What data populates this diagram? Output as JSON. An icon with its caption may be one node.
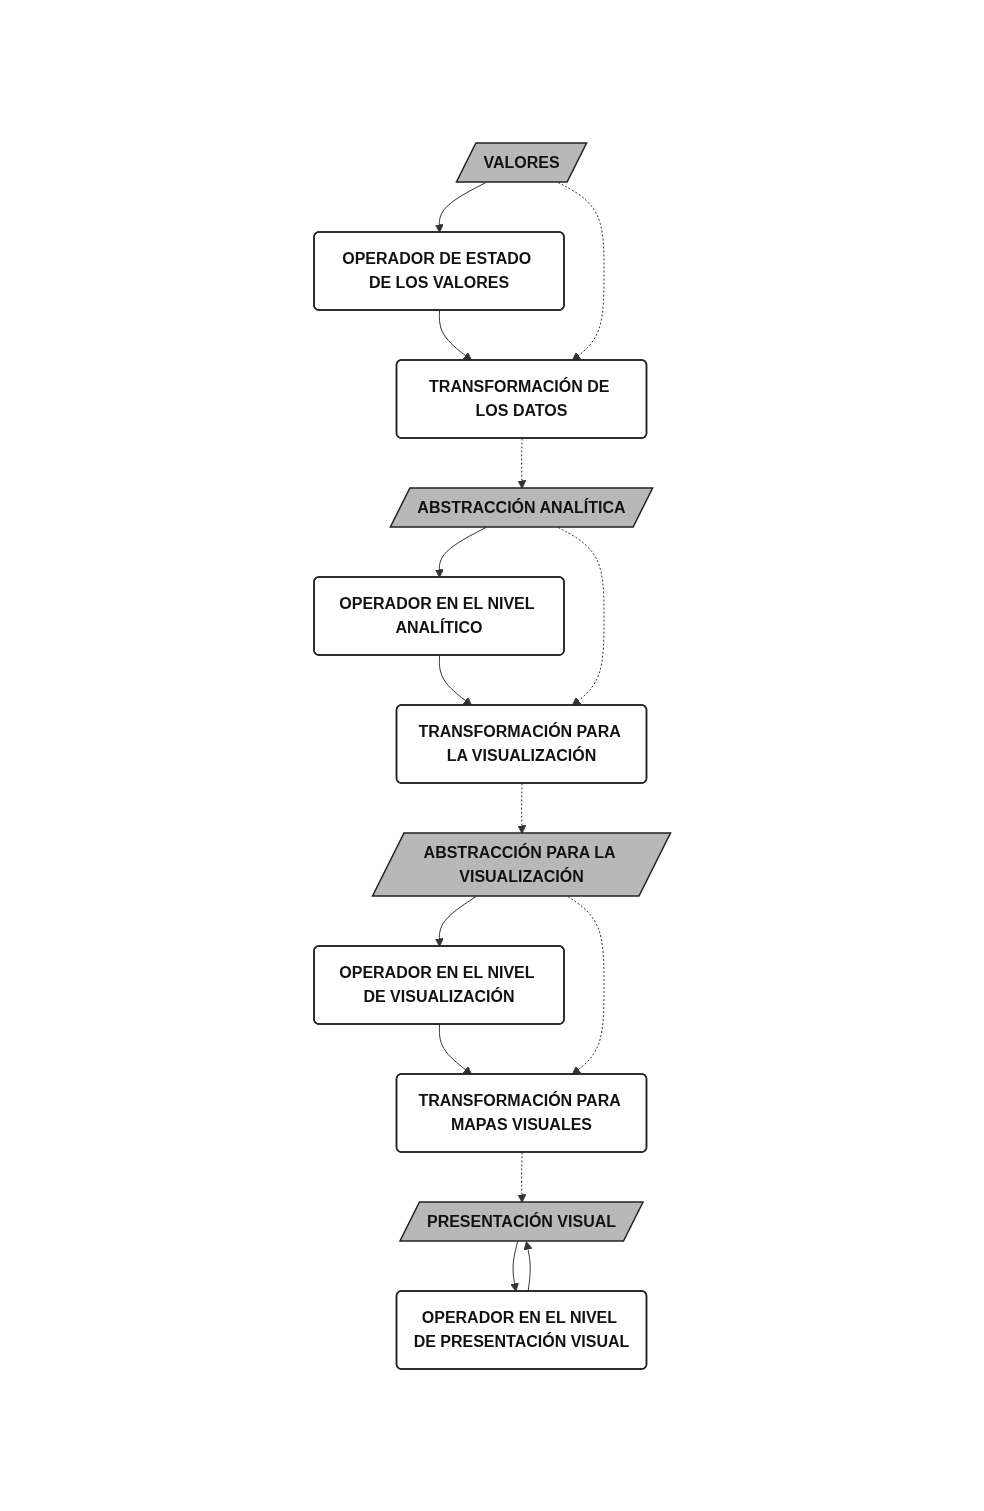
{
  "diagram": {
    "nodes": [
      {
        "text": [
          "VALORES"
        ]
      },
      {
        "text": [
          "OPERADOR DE ESTADO DE LOS VALORES"
        ]
      },
      {
        "text": [
          "TRANSFORMACIÓN DE LOS DATOS"
        ]
      },
      {
        "text": [
          "ABSTRACCIÓN ANALÍTICA"
        ]
      },
      {
        "text": [
          "OPERADOR EN EL NIVEL ANALÍTICO"
        ]
      },
      {
        "text": [
          "TRANSFORMACIÓN PARA LA VISUALIZACIÓN"
        ]
      },
      {
        "text": [
          "ABSTRACCIÓN PARA LA VISUALIZACIÓN"
        ]
      },
      {
        "text": [
          "OPERADOR EN EL NIVEL DE VISUALIZACIÓN"
        ]
      },
      {
        "text": [
          "TRANSFORMACIÓN PARA MAPAS VISUALES"
        ]
      },
      {
        "text": [
          "PRESENTACIÓN VISUAL"
        ]
      },
      {
        "text": [
          "OPERADOR EN EL NIVEL DE PRESENTACIÓN VISUAL"
        ]
      }
    ],
    "edges": [
      {
        "from": 0,
        "to": 1,
        "arrow": "to"
      },
      {
        "from": 1,
        "to": 2,
        "arrow": "to"
      },
      {
        "from": 0,
        "to": 2,
        "arrow": "to",
        "style": "dashed"
      },
      {
        "from": 2,
        "to": 3,
        "arrow": "to",
        "style": "dashed"
      },
      {
        "from": 3,
        "to": 4,
        "arrow": "to"
      },
      {
        "from": 4,
        "to": 5,
        "arrow": "to"
      },
      {
        "from": 3,
        "to": 5,
        "arrow": "to",
        "style": "dashed"
      },
      {
        "from": 5,
        "to": 6,
        "arrow": "to",
        "style": "dashed"
      },
      {
        "from": 6,
        "to": 7,
        "arrow": "to"
      },
      {
        "from": 7,
        "to": 8,
        "arrow": "to"
      },
      {
        "from": 6,
        "to": 8,
        "arrow": "to",
        "style": "dashed"
      },
      {
        "from": 8,
        "to": 9,
        "arrow": "to",
        "style": "dashed"
      },
      {
        "from": 9,
        "to": 10,
        "arrow": "to"
      },
      {
        "from": 10,
        "to": 9,
        "arrow": "to"
      }
    ]
  }
}
